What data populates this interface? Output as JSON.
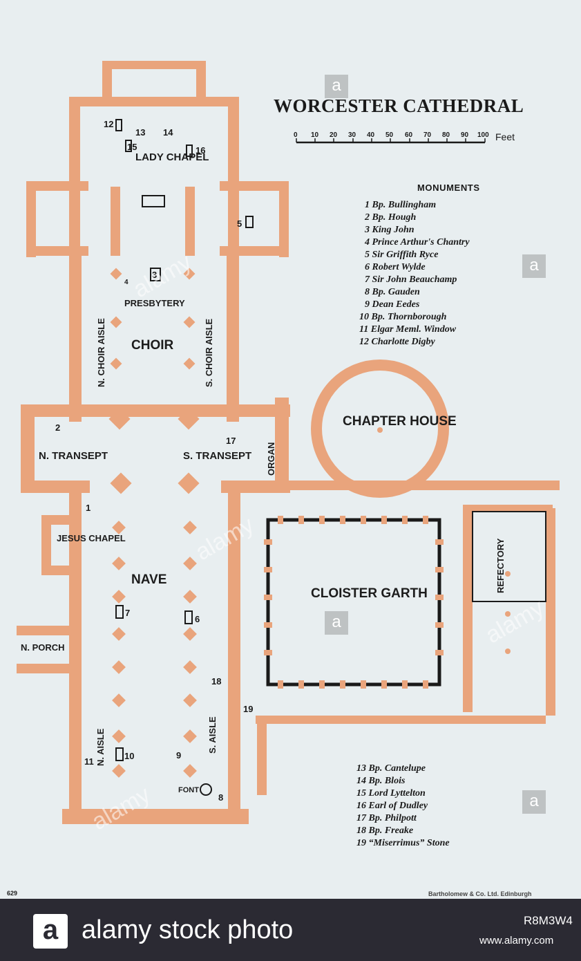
{
  "map": {
    "title": "WORCESTER CATHEDRAL",
    "scale": {
      "ticks": [
        "0",
        "10",
        "20",
        "30",
        "40",
        "50",
        "60",
        "70",
        "80",
        "90",
        "100"
      ],
      "unit": "Feet"
    },
    "rooms": {
      "lady_chapel": "LADY CHAPEL",
      "presbytery": "PRESBYTERY",
      "choir": "CHOIR",
      "n_choir_aisle": "N. CHOIR AISLE",
      "s_choir_aisle": "S. CHOIR AISLE",
      "n_transept": "N. TRANSEPT",
      "s_transept": "S. TRANSEPT",
      "organ": "ORGAN",
      "chapter_house": "CHAPTER HOUSE",
      "jesus_chapel": "JESUS CHAPEL",
      "nave": "NAVE",
      "cloister_garth": "CLOISTER GARTH",
      "refectory": "REFECTORY",
      "n_porch": "N. PORCH",
      "n_aisle": "N. AISLE",
      "s_aisle": "S. AISLE",
      "font": "FONT"
    },
    "monuments_heading": "MONUMENTS",
    "monuments_top": [
      {
        "n": "1",
        "name": "Bp. Bullingham"
      },
      {
        "n": "2",
        "name": "Bp. Hough"
      },
      {
        "n": "3",
        "name": "King John"
      },
      {
        "n": "4",
        "name": "Prince Arthur's Chantry"
      },
      {
        "n": "5",
        "name": "Sir Griffith Ryce"
      },
      {
        "n": "6",
        "name": "Robert Wylde"
      },
      {
        "n": "7",
        "name": "Sir John Beauchamp"
      },
      {
        "n": "8",
        "name": "Bp. Gauden"
      },
      {
        "n": "9",
        "name": "Dean Eedes"
      },
      {
        "n": "10",
        "name": "Bp. Thornborough"
      },
      {
        "n": "11",
        "name": "Elgar Meml. Window"
      },
      {
        "n": "12",
        "name": "Charlotte Digby"
      }
    ],
    "monuments_bottom": [
      {
        "n": "13",
        "name": "Bp. Cantelupe"
      },
      {
        "n": "14",
        "name": "Bp. Blois"
      },
      {
        "n": "15",
        "name": "Lord Lyttelton"
      },
      {
        "n": "16",
        "name": "Earl of Dudley"
      },
      {
        "n": "17",
        "name": "Bp. Philpott"
      },
      {
        "n": "18",
        "name": "Bp. Freake"
      },
      {
        "n": "19",
        "name": "“Miserrimus” Stone"
      }
    ],
    "plan_numbers": [
      "1",
      "2",
      "3",
      "4",
      "5",
      "6",
      "7",
      "8",
      "9",
      "10",
      "11",
      "12",
      "13",
      "14",
      "15",
      "16",
      "17",
      "18",
      "19"
    ],
    "page_number": "629",
    "publisher": "Bartholomew & Co. Ltd. Edinburgh"
  },
  "watermark": {
    "text": "alamy",
    "badge": "a"
  },
  "footer": {
    "logo": "a",
    "brand": "alamy stock photo",
    "image_id": "R8M3W4",
    "url": "www.alamy.com"
  },
  "colors": {
    "paper": "#e8eef0",
    "wall": "#e9a47c",
    "ink": "#1a1a1a",
    "footer": "#2b2a33"
  }
}
